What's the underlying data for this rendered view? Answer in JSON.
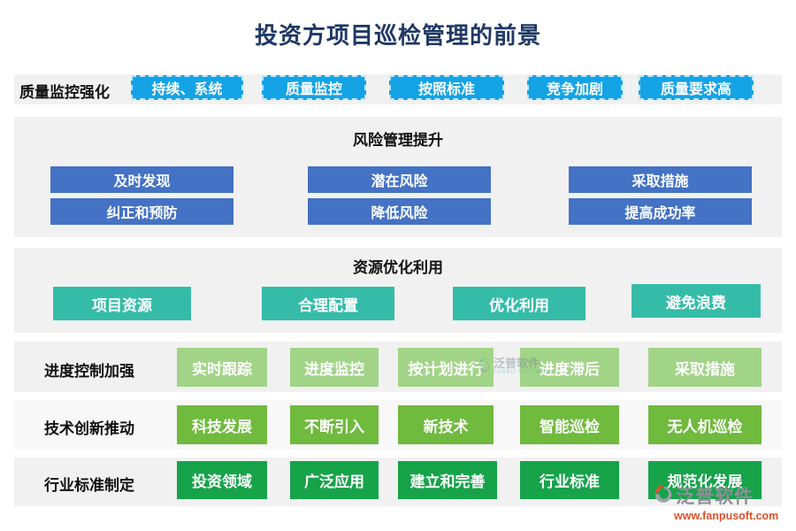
{
  "page": {
    "title": "投资方项目巡检管理的前景"
  },
  "colors": {
    "title_navy": "#1f3864",
    "label_black": "#111111",
    "panel_gray": "#f1f1f1",
    "panel_light": "#f8f8f8",
    "cyan": "#14a3e5",
    "cyan_border": "#bfe7fa",
    "blue": "#4472c4",
    "teal": "#35bca9",
    "light_green": "#a2d488",
    "green": "#70ba3e",
    "dark_green": "#17a34a",
    "logo_gray": "#8f8f9a",
    "logo_orange": "#e0512c"
  },
  "row_quality": {
    "label": "质量监控强化",
    "buttons": [
      "持续、系统",
      "质量监控",
      "按照标准",
      "竞争加剧",
      "质量要求高"
    ]
  },
  "section_risk": {
    "title": "风险管理提升",
    "row1": [
      "及时发现",
      "潜在风险",
      "采取措施"
    ],
    "row2": [
      "纠正和预防",
      "降低风险",
      "提高成功率"
    ]
  },
  "section_resource": {
    "title": "资源优化利用",
    "buttons": [
      "项目资源",
      "合理配置",
      "优化利用",
      "避免浪费"
    ]
  },
  "row_progress": {
    "label": "进度控制加强",
    "buttons": [
      "实时跟踪",
      "进度监控",
      "按计划进行",
      "进度滞后",
      "采取措施"
    ]
  },
  "row_tech": {
    "label": "技术创新推动",
    "buttons": [
      "科技发展",
      "不断引入",
      "新技术",
      "智能巡检",
      "无人机巡检"
    ]
  },
  "row_standard": {
    "label": "行业标准制定",
    "buttons": [
      "投资领域",
      "广泛应用",
      "建立和完善",
      "行业标准",
      "规范化发展"
    ]
  },
  "watermark": {
    "name": "泛普软件",
    "sub": "FANPU SOFTWARE"
  },
  "logo": {
    "name": "泛普软件",
    "url": "www.fanpusoft.com"
  }
}
